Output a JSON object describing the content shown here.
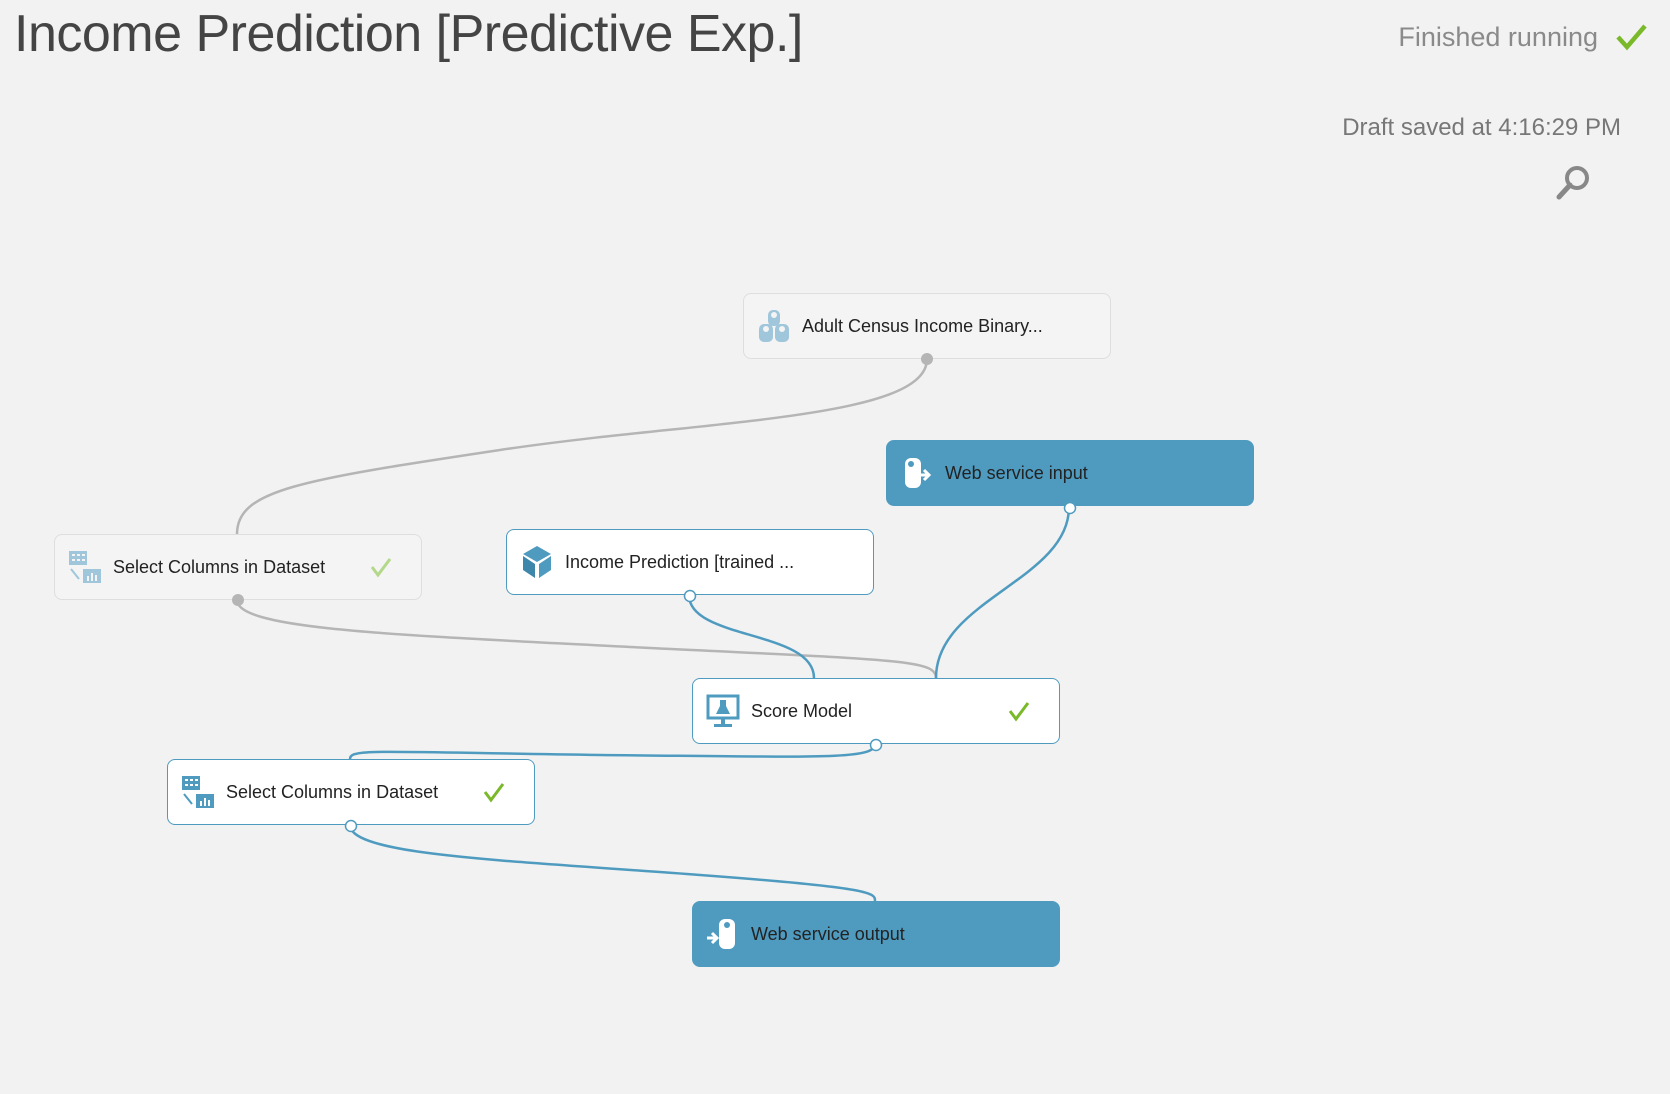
{
  "header": {
    "title": "Income Prediction [Predictive Exp.]",
    "status": "Finished running",
    "status_icon": "check-icon",
    "draft_saved": "Draft saved at 4:16:29 PM",
    "search_icon": "search-icon"
  },
  "colors": {
    "accent": "#4f9bc0",
    "success": "#7ab929",
    "edge_inactive": "#b5b5b5"
  },
  "nodes": [
    {
      "label": "Adult Census Income Binary...",
      "icon": "dataset-icon",
      "style": "inactive",
      "completed": false
    },
    {
      "label": "Web service input",
      "icon": "web-service-input-icon",
      "style": "web-service",
      "completed": false
    },
    {
      "label": "Select Columns in Dataset",
      "icon": "select-columns-icon",
      "style": "inactive",
      "completed": true
    },
    {
      "label": "Income Prediction [trained ...",
      "icon": "trained-model-icon",
      "style": "active",
      "completed": false
    },
    {
      "label": "Score Model",
      "icon": "score-model-icon",
      "style": "active",
      "completed": true
    },
    {
      "label": "Select Columns in Dataset",
      "icon": "select-columns-icon",
      "style": "active",
      "completed": true
    },
    {
      "label": "Web service output",
      "icon": "web-service-output-icon",
      "style": "web-service",
      "completed": false
    }
  ]
}
